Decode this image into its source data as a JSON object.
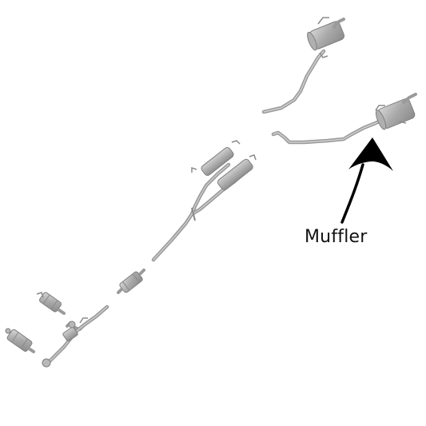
{
  "callout": {
    "label": "Muffler"
  },
  "colors": {
    "background": "#ffffff",
    "pipe_light": "#c9c9c9",
    "pipe_mid": "#a9a9a9",
    "pipe_dark": "#7d7d7d",
    "arrow": "#000000"
  },
  "parts": [
    "front-catalytic-converter-left",
    "front-catalytic-converter-right",
    "front-pipe-y",
    "center-catalytic-converter",
    "intermediate-pipe",
    "resonator-left",
    "resonator-right",
    "rear-pipe-upper",
    "rear-pipe-lower",
    "rear-muffler-upper",
    "rear-muffler-lower"
  ]
}
